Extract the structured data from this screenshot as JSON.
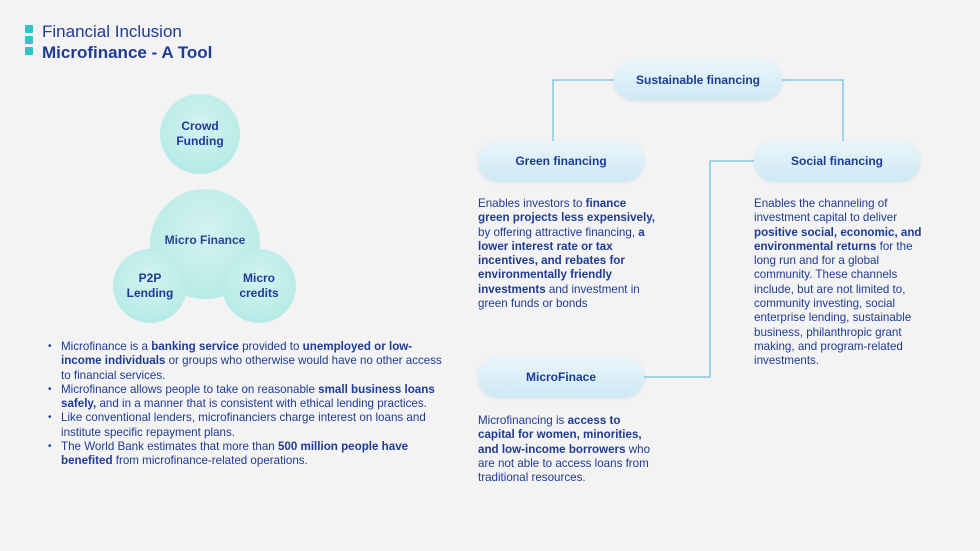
{
  "header": {
    "title": "Financial Inclusion",
    "subtitle": "Microfinance - A Tool"
  },
  "circles": {
    "crowd": "Crowd\nFunding",
    "micro_finance": "Micro Finance",
    "p2p": "P2P\nLending",
    "micro_credits": "Micro\ncredits"
  },
  "bullets": [
    [
      {
        "t": "Microfinance is a ",
        "b": false
      },
      {
        "t": "banking service",
        "b": true
      },
      {
        "t": " provided to ",
        "b": false
      },
      {
        "t": "unemployed or low-income individuals",
        "b": true
      },
      {
        "t": " or groups who otherwise would have no other access to financial services.",
        "b": false
      }
    ],
    [
      {
        "t": "Microfinance allows people to take on reasonable ",
        "b": false
      },
      {
        "t": "small business loans safely,",
        "b": true
      },
      {
        "t": " and in a manner that is consistent with ethical lending practices.",
        "b": false
      }
    ],
    [
      {
        "t": "Like conventional lenders, microfinanciers charge interest on loans and institute specific repayment plans.",
        "b": false
      }
    ],
    [
      {
        "t": "The World Bank estimates that more than ",
        "b": false
      },
      {
        "t": "500 million people have benefited",
        "b": true
      },
      {
        "t": " from microfinance-related operations.",
        "b": false
      }
    ]
  ],
  "nodes": {
    "sustainable": "Sustainable financing",
    "green": "Green financing",
    "social": "Social financing",
    "microfinace": "MicroFinace"
  },
  "descriptions": {
    "green": [
      {
        "t": "Enables investors to ",
        "b": false
      },
      {
        "t": "finance green projects less expensively,",
        "b": true
      },
      {
        "t": " by offering attractive financing, ",
        "b": false
      },
      {
        "t": "a lower interest rate or tax incentives, and rebates for environmentally friendly investments",
        "b": true
      },
      {
        "t": " and investment in green funds or bonds",
        "b": false
      }
    ],
    "social": [
      {
        "t": "Enables the channeling of investment capital to deliver ",
        "b": false
      },
      {
        "t": "positive social, economic, and environmental returns",
        "b": true
      },
      {
        "t": " for the long run and for a global community. These channels include, but are not limited to, community investing, social enterprise lending, sustainable business, philanthropic grant making, and program-related investments.",
        "b": false
      }
    ],
    "microfinace": [
      {
        "t": "Microfinancing is ",
        "b": false
      },
      {
        "t": "access to capital for women, minorities, and low-income borrowers",
        "b": true
      },
      {
        "t": " who are not able to access loans from traditional resources.",
        "b": false
      }
    ]
  },
  "colors": {
    "text": "#1f3b93",
    "accent": "#35c2c6",
    "connector": "#4cb3e0"
  }
}
